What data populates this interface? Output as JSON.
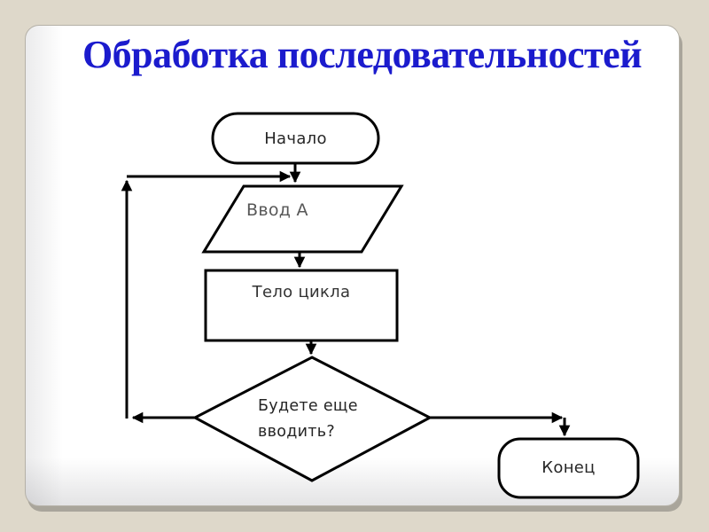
{
  "slide": {
    "title": "Обработка последовательностей"
  },
  "theme": {
    "page_background": "#ded8ca",
    "panel_background": "#ffffff",
    "panel_shadow": "#a9a59b",
    "title_color": "#1b1bcd",
    "flow_stroke_color": "#000000",
    "label_color": "#262626"
  },
  "flowchart": {
    "nodes": {
      "start": {
        "type": "terminator",
        "label": "Начало"
      },
      "input": {
        "type": "io-parallelogram",
        "label": "Ввод А"
      },
      "body": {
        "type": "process",
        "label": "Тело цикла"
      },
      "decision": {
        "type": "decision",
        "label": "Будете еще\nвводить?"
      },
      "end": {
        "type": "terminator",
        "label": "Конец"
      }
    },
    "connectors": [
      {
        "id": "start-to-input",
        "from": "start",
        "to": "input"
      },
      {
        "id": "input-to-body",
        "from": "input",
        "to": "body"
      },
      {
        "id": "body-to-decision",
        "from": "body",
        "to": "decision"
      },
      {
        "id": "decision-to-end",
        "from": "decision",
        "to": "end"
      },
      {
        "id": "loopback-left",
        "from": "decision",
        "to": "start-to-input junction"
      }
    ]
  }
}
